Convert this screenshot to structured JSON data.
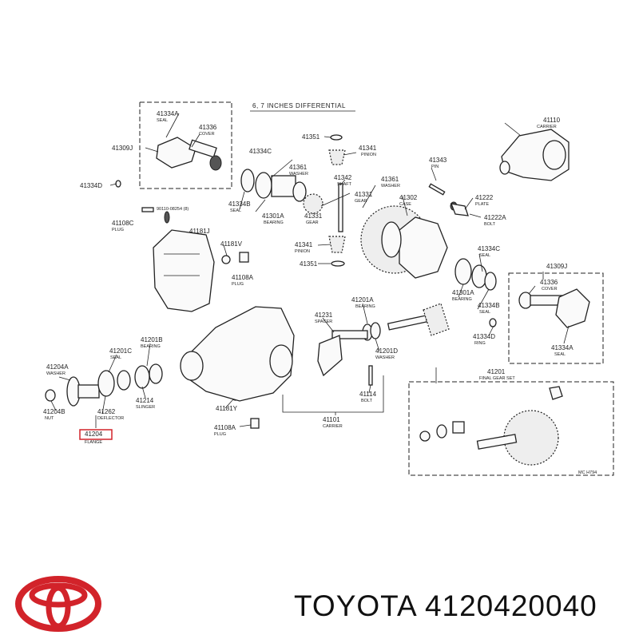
{
  "diagram": {
    "header": "6, 7 INCHES DIFFERENTIAL",
    "ref_code": "MC H794",
    "labels": [
      {
        "num": "41334A",
        "sub": "SEAL"
      },
      {
        "num": "41336",
        "sub": "COVER"
      },
      {
        "num": "41309J",
        "sub": ""
      },
      {
        "num": "41334D",
        "sub": ""
      },
      {
        "num": "41110",
        "sub": "CARRIER"
      },
      {
        "num": "41351",
        "sub": ""
      },
      {
        "num": "41341",
        "sub": "PINION"
      },
      {
        "num": "41334C",
        "sub": ""
      },
      {
        "num": "41361",
        "sub": "WASHER"
      },
      {
        "num": "41342",
        "sub": "SHAFT"
      },
      {
        "num": "41343",
        "sub": "PIN"
      },
      {
        "num": "41361",
        "sub": "WASHER"
      },
      {
        "num": "41331",
        "sub": "GEAR"
      },
      {
        "num": "41302",
        "sub": "CASE"
      },
      {
        "num": "41222",
        "sub": "PLATE"
      },
      {
        "num": "41334B",
        "sub": "SEAL"
      },
      {
        "num": "41301A",
        "sub": "BEARING"
      },
      {
        "num": "41331",
        "sub": "GEAR"
      },
      {
        "num": "41222A",
        "sub": "BOLT"
      },
      {
        "num": "90110-08254 (8)",
        "sub": ""
      },
      {
        "num": "41108C",
        "sub": "PLUG"
      },
      {
        "num": "41181J",
        "sub": ""
      },
      {
        "num": "41181V",
        "sub": ""
      },
      {
        "num": "41108A",
        "sub": "PLUG"
      },
      {
        "num": "41341",
        "sub": "PINION"
      },
      {
        "num": "41351",
        "sub": ""
      },
      {
        "num": "41334C",
        "sub": "SEAL"
      },
      {
        "num": "41309J",
        "sub": ""
      },
      {
        "num": "41301A",
        "sub": "BEARING"
      },
      {
        "num": "41336",
        "sub": "COVER"
      },
      {
        "num": "41334B",
        "sub": "SEAL"
      },
      {
        "num": "41201A",
        "sub": "BEARING"
      },
      {
        "num": "41231",
        "sub": "SPACER"
      },
      {
        "num": "41334D",
        "sub": "RING"
      },
      {
        "num": "41334A",
        "sub": "SEAL"
      },
      {
        "num": "41201B",
        "sub": "BEARING"
      },
      {
        "num": "41201C",
        "sub": "SEAL"
      },
      {
        "num": "41201D",
        "sub": "WASHER"
      },
      {
        "num": "41204A",
        "sub": "WASHER"
      },
      {
        "num": "41201",
        "sub": "FINAL GEAR SET"
      },
      {
        "num": "41214",
        "sub": "SLINGER"
      },
      {
        "num": "41114",
        "sub": "BOLT"
      },
      {
        "num": "41204B",
        "sub": "NUT"
      },
      {
        "num": "41262",
        "sub": "DEFLECTOR"
      },
      {
        "num": "41181Y",
        "sub": ""
      },
      {
        "num": "41101",
        "sub": "CARRIER"
      },
      {
        "num": "41204",
        "sub": "FLANGE"
      },
      {
        "num": "41108A",
        "sub": "PLUG"
      }
    ]
  },
  "footer": {
    "brand_text": "TOYOTA 4120420040",
    "logo_color": "#d2232a"
  }
}
